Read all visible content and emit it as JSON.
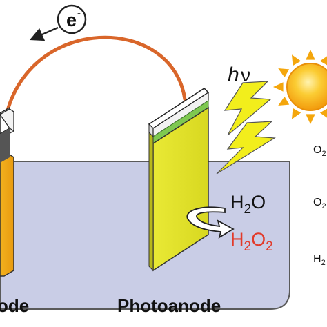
{
  "electron": {
    "symbol": "e",
    "charge": "-"
  },
  "light": {
    "h": "h",
    "nu": "ν"
  },
  "species": {
    "water": {
      "main": "H",
      "sub": "2",
      "tail": "O"
    },
    "peroxide": {
      "main": "H",
      "sub1": "2",
      "mid": "O",
      "sub2": "2"
    }
  },
  "labels": {
    "left_electrode": "ode",
    "right_electrode": "Photoanode"
  },
  "side_reactions": [
    {
      "text": "O",
      "sub": "2"
    },
    {
      "text": "O",
      "sub": "2"
    },
    {
      "text": "H",
      "sub": "2"
    }
  ],
  "colors": {
    "electrolyte": "#c9cde6",
    "wire": "#d9662a",
    "photoanode": "#e6e62c",
    "catalyst_layer": "#7ec850",
    "peroxide_text": "#e23a2a",
    "lightning": "#f2ee1c",
    "sun_core": "#f7b51c",
    "sun_rays": "#f4a60c"
  }
}
